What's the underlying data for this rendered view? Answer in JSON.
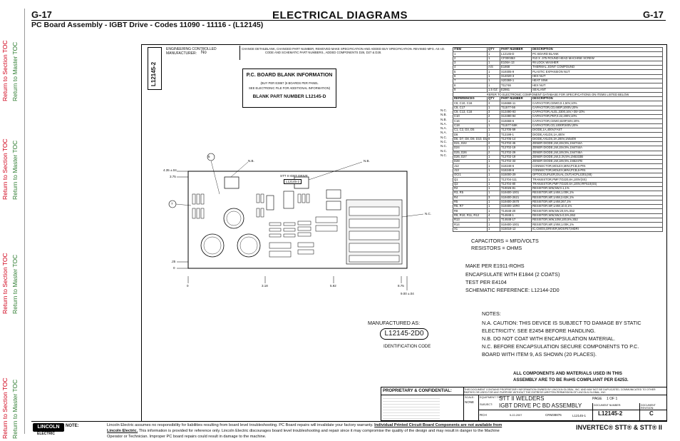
{
  "header": {
    "code_left": "G-17",
    "code_right": "G-17",
    "title": "ELECTRICAL DIAGRAMS",
    "subtitle": "PC Board Assembly - IGBT Drive - Codes 11090 - 11116 - (L12145)"
  },
  "side_links": {
    "section": "Return to Section TOC",
    "master": "Return to Master TOC"
  },
  "drawing": {
    "part_number_rotated": "L12145-2",
    "eng_controlled": "ENGINEERING CONTROLLED",
    "manufacturer_label": "MANUFACTURER:",
    "manufacturer_value": "No",
    "change_detail_label": "CHANGE DETAIL:",
    "change_detail_text": "BLANK, CHANGED PART NUMBER, REMOVED MAKE SPECIFICATION AND ADDED BUY SPECIFICATION. REVISED MFG. AS I.D. CODE AND SCHEMATIC PART NUMBERS., ADDED COMPONENTS D26, D27 & D28.",
    "blank_info_title": "P.C. BOARD BLANK INFORMATION",
    "blank_info_line1": "(BUY PER E3867 (6 BOARDS PER PANEL",
    "blank_info_line2": "SEE ELECTRONIC FILE FOR ADDITIONAL INFORMATION)",
    "blank_part_number": "BLANK PART NUMBER L12145-D",
    "board_label": "STT II IGBT DRIVE",
    "board_code": "L12145-2",
    "callouts": [
      "5",
      "7"
    ],
    "nb_labels": [
      "N.B.",
      "N.B.",
      "N.C."
    ],
    "dims": [
      "4.35 ±.04",
      "3.75",
      ".25",
      "0",
      "0",
      "3.18",
      "5.92",
      "8.75",
      "9.00 ±.04"
    ],
    "capacitors_note": "CAPACITORS = MFD/VOLTS",
    "resistors_note": "RESISTORS = OHMS",
    "make_per": "MAKE PER E1911-ROHS",
    "encapsulate": "ENCAPSULATE WITH E1844 (2 COATS)",
    "test_per": "TEST PER E4104",
    "schematic_ref": "SCHEMATIC REFERENCE: L12144-2D0",
    "manufactured_as": "MANUFACTURED AS:",
    "id_code": "L12145-2D0",
    "id_code_label": "IDENTIFICATION CODE",
    "notes_title": "NOTES:",
    "notes": [
      "N.A. CAUTION: THIS DEVICE IS SUBJECT TO DAMAGE BY STATIC ELECTRICITY. SEE E2454 BEFORE HANDLING.",
      "N.B. DO NOT COAT WITH ENCAPSULATION MATERIAL.",
      "N.C. BEFORE ENCAPSULATION SECURE COMPONENTS TO P.C. BOARD WITH ITEM 9, AS SHOWN (20 PLACES)."
    ],
    "rohs_line1": "ALL COMPONENTS AND MATERIALS USED IN THIS",
    "rohs_line2": "ASSEMBLY ARE TO BE RoHS COMPLIANT PER E4253."
  },
  "bom": {
    "headers": [
      "ITEM",
      "QTY",
      "PART NUMBER",
      "DESCRIPTION"
    ],
    "items": [
      [
        "1",
        "1",
        "L12145-D",
        "PC BOARD BLANK"
      ],
      [
        "2",
        "1",
        "CF000353",
        "#10 X .375 ROUND HEAD MACHINE SCREW"
      ],
      [
        "3",
        "1",
        "E106A-13",
        "#8 LOCK WASHER"
      ],
      [
        "4",
        "A/S",
        "E1868",
        "THERMAL JOINT COMPOUND"
      ],
      [
        "5",
        "1",
        "S19305-9",
        "PLASTIC EXPANSION NUT"
      ],
      [
        "6",
        "1",
        "S14020-3",
        "HEX NUT"
      ],
      [
        "7",
        "1",
        "S20369-1",
        "HEAT SINK"
      ],
      [
        "8",
        "1",
        "T11746",
        "HEX NUT"
      ],
      [
        "9",
        "1.5 OZ",
        "E2861",
        "SEALANT"
      ]
    ],
    "ref_note": "REFER TO ELECTRONIC COMPONENT DATABASE FOR SPECIFICATIONS ON ITEMS LISTED BELOW",
    "ref_headers": [
      "REFERENCES",
      "QTY",
      "PART NUMBER",
      "DESCRIPTION"
    ],
    "refs": [
      [
        "C8, C10, C16",
        "3",
        "S16668-11",
        "CAPACITOR,CEMO,0.1,50V,10%"
      ],
      [
        "C8, C17",
        "1",
        "T11577-56",
        "CAPACITOR,CD,680P,1000V,20%"
      ],
      [
        "C9, C13, C16",
        "3",
        "S13490-93",
        "CAPACITOR,ALEL,3300,16V,+30/-10%"
      ],
      [
        "C10",
        "2",
        "S13490-94",
        "CAPACITOR,PEF,0.22,200V,10%"
      ],
      [
        "C16",
        "1",
        "S16668-6",
        "CAPACITOR,CEMO,820P,50V,20%"
      ],
      [
        "C18",
        "1",
        "T11577-58K",
        "CAPACITOR,CD,1000P,500V,20%"
      ],
      [
        "C1, C2, D3, D5",
        "1",
        "T12705-59",
        "DIODE,1A,400V,FAST"
      ],
      [
        "D6",
        "1",
        "T12199-1",
        "DIODE,AXLDS,1A,400V"
      ],
      [
        "D6, D7, D8, D9, D10, D11, D12, D13",
        "8",
        "T12705-14",
        "DIODE,AXLDS,3A,200V,1N5409"
      ],
      [
        "D21, D22",
        "2",
        "T12702-45",
        "ZENER DIODE,1W,15V,5%,1N4744A"
      ],
      [
        "D24",
        "1",
        "T12702-19",
        "ZENER DIODE,1W,15V,5%,1N4744A"
      ],
      [
        "D25, D26",
        "2",
        "T12702-29",
        "ZENER DIODE,1W,18V,5%,1N4746A"
      ],
      [
        "D26, D27",
        "1",
        "T12702-19",
        "ZENER DIODE,1W,3.3V,5%,1N5333B"
      ],
      [
        "D28",
        "1",
        "T12702-33",
        "ZENER DIODE,1W,18V,5%,1N5247B"
      ],
      [
        "J12",
        "1",
        "S18248-6",
        "CONNECTOR,MOLEX,MINI,PCB,6-PIN"
      ],
      [
        "J13",
        "1",
        "S18248-6",
        "CONNECTOR,MOLEX,MINI,PCB,6-PIN"
      ],
      [
        "OCI1",
        "1",
        "S15000-29",
        "OPTOCOUPLER,DUAL,OUT,HCPL2201(S8)"
      ],
      [
        "Q1",
        "1",
        "T12704-111",
        "TRANSISTOR,PMF,TO220,8A,100V(SS)"
      ],
      [
        "Q2",
        "1",
        "T12704-80",
        "TRANSISTOR,PMF,TO220,6A,100V,IRF510(SS)"
      ],
      [
        "R2",
        "1",
        "T10026-81",
        "RESISTOR,WW,5W,0.1,1%"
      ],
      [
        "R3, R5",
        "1",
        "S19400-1001",
        "RESISTOR,MF,1/4W,1.00K,1%"
      ],
      [
        "R4",
        "3",
        "S19400-2621",
        "RESISTOR,MF,1/4W,2.62K,1%"
      ],
      [
        "R5",
        "1",
        "S19400-2670",
        "RESISTOR,MF,1/4W,267,1%"
      ],
      [
        "R6, R7",
        "1",
        "S19400-10R0",
        "RESISTOR,MF,1/4W,10.0,1%"
      ],
      [
        "R8",
        "1",
        "T14648-20",
        "RESISTOR,WW,5W,20,5%,S52"
      ],
      [
        "R9, R10, R11, R12",
        "4",
        "T14648-1",
        "RESISTOR,WW,5W,5.0,5%,S52"
      ],
      [
        "R13",
        "1",
        "T14648-17",
        "RESISTOR,WW,10W,100,5%,S52"
      ],
      [
        "R14",
        "1",
        "S19400-1001",
        "RESISTOR,MF,1/4W,1.00K,1%"
      ],
      [
        "X1",
        "1",
        "S15018-12",
        "IC,CMOS,DRIVER,MOSFET,MDRI"
      ]
    ],
    "side_notes": [
      "N.C.",
      "N.B.",
      "N.B.",
      "N.A.",
      "N.A.",
      "N.A.",
      "N.C.",
      "N.C.",
      "N.C.",
      "N.C.",
      "N.C."
    ]
  },
  "title_block": {
    "proprietary": "PROPRIETARY & CONFIDENTIAL:",
    "proprietary_text": "THIS DOCUMENT CONTAINS PROPRIETARY INFORMATION OWNED BY LINCOLN GLOBAL, INC. AND MAY NOT BE DUPLICATED, COMMUNICATED TO OTHER PARTIES OR USED FOR ANY PURPOSE WITHOUT THE EXPRESS WRITTEN PERMISSION OF LINCOLN GLOBAL, INC.",
    "equipment_type_label": "EQUIPMENT TYPE:",
    "equipment_type": "STT II WELDERS",
    "subject_label": "SUBJECT:",
    "subject": "IGBT DRIVE PC BD ASSEMBLY",
    "page_label": "PAGE",
    "page_of": "1 OF 1",
    "scale_label": "SCALE:",
    "scale": "NONE",
    "doc_number_label": "DOCUMENT NUMBER:",
    "doc_number": "L12145-2",
    "revision_label": "DOCUMENT REVISION:",
    "revision": "C",
    "drawn": "RCH",
    "date": "5-22-2007",
    "project": "CRM38876",
    "reference": "L12145-1"
  },
  "footer": {
    "logo_text": "LINCOLN",
    "logo_sub": "ELECTRIC",
    "note_label": "NOTE:",
    "note_text_a": "Lincoln Electric assumes no responsibility for liabilities resulting from board level troubleshooting. PC Board repairs will invalidate your factory warranty.",
    "note_text_bold": "Individual Printed Circuit Board Components are not available from Lincoln Electric.",
    "note_text_b": "This information is provided for reference only. Lincoln Electric discourages board level troubleshooting and repair since it may compromise the quality of the design and may result in danger to the Machine Operator or Technician. Improper PC board repairs could result in damage to the machine.",
    "brand": "INVERTEC® STT® & STT® II"
  }
}
